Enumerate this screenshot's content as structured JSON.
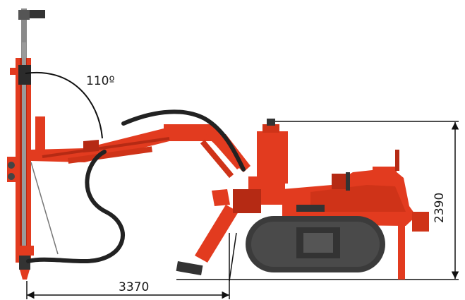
{
  "dimensions": {
    "angle_label": "110º",
    "length_label": "3370",
    "height_label": "2390"
  },
  "colors": {
    "machine_red": "#e23b1f",
    "machine_dark_red": "#b52a14",
    "track_dark": "#3b3b3b",
    "hose": "#222222",
    "mast_grey": "#8a8a8a",
    "dimension_line": "#111111"
  }
}
